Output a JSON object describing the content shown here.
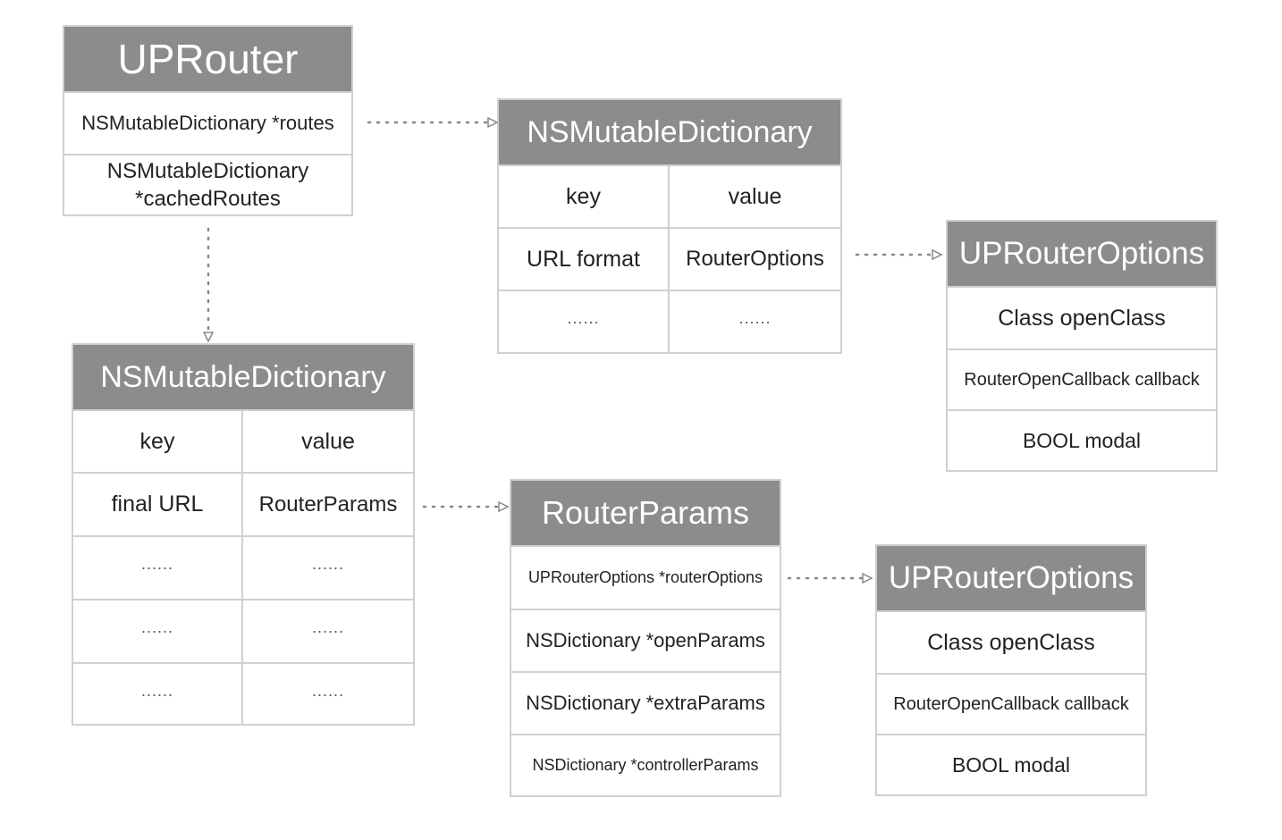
{
  "uprouter": {
    "title": "UPRouter",
    "fields": [
      "NSMutableDictionary *routes",
      "NSMutableDictionary",
      "*cachedRoutes"
    ]
  },
  "routes_dict": {
    "title": "NSMutableDictionary",
    "header": [
      "key",
      "value"
    ],
    "rows": [
      [
        "URL format",
        "RouterOptions"
      ],
      [
        "......",
        "......"
      ]
    ]
  },
  "options_top": {
    "title": "UPRouterOptions",
    "fields": [
      "Class openClass",
      "RouterOpenCallback callback",
      "BOOL modal"
    ]
  },
  "cached_dict": {
    "title": "NSMutableDictionary",
    "header": [
      "key",
      "value"
    ],
    "rows": [
      [
        "final URL",
        "RouterParams"
      ],
      [
        "......",
        "......"
      ],
      [
        "......",
        "......"
      ],
      [
        "......",
        "......"
      ]
    ]
  },
  "router_params": {
    "title": "RouterParams",
    "fields": [
      "UPRouterOptions *routerOptions",
      "NSDictionary *openParams",
      "NSDictionary *extraParams",
      "NSDictionary *controllerParams"
    ]
  },
  "options_bottom": {
    "title": "UPRouterOptions",
    "fields": [
      "Class openClass",
      "RouterOpenCallback callback",
      "BOOL modal"
    ]
  },
  "colors": {
    "header_bg": "#8c8c8c",
    "border": "#d0d0d0",
    "connector": "#888888"
  }
}
